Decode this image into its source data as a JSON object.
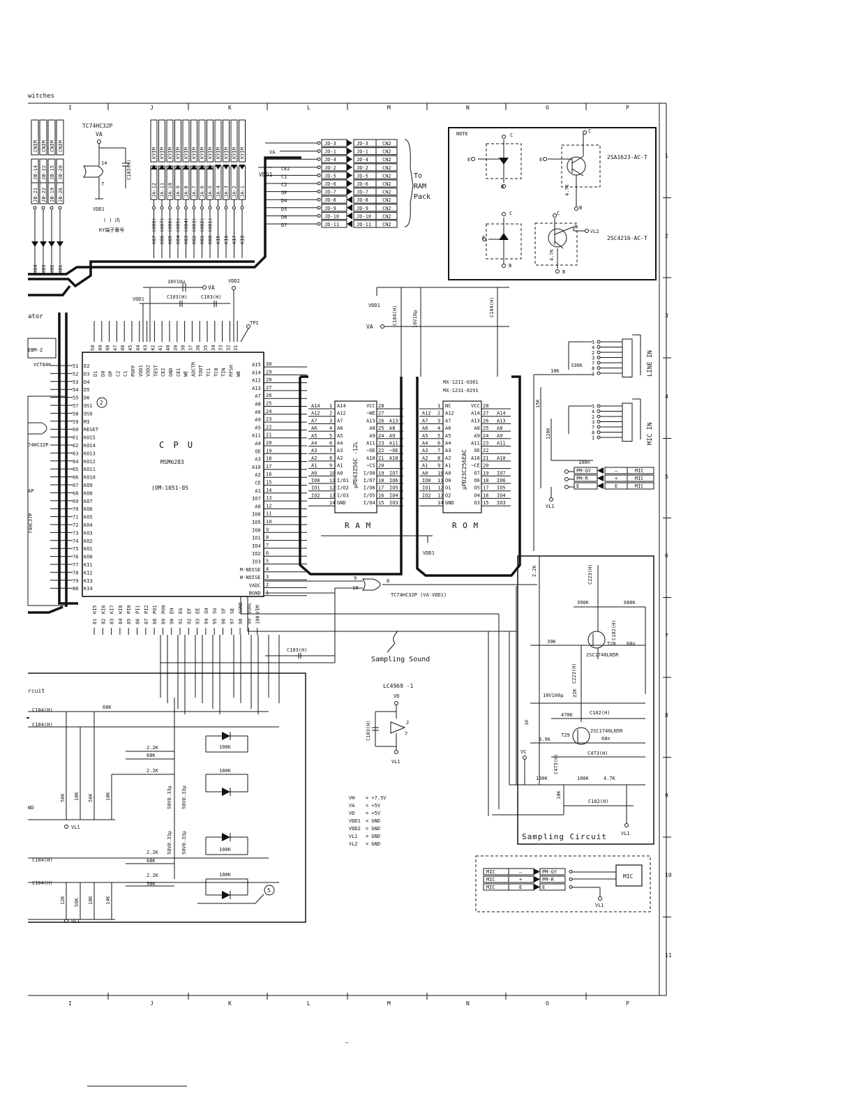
{
  "sheet": {
    "title_fragment": "witches",
    "col_labels": [
      "I",
      "J",
      "K",
      "L",
      "M",
      "N",
      "O",
      "P"
    ],
    "row_labels": [
      "1",
      "2",
      "3",
      "4",
      "5",
      "6",
      "7",
      "8",
      "9",
      "10",
      "11"
    ],
    "footer_mark": "–"
  },
  "cpu": {
    "title": "C P U",
    "part": "MSM6283",
    "code": "(OM-1051-05",
    "marker": "2",
    "left_pins": [
      {
        "n": "51",
        "s": "D2"
      },
      {
        "n": "52",
        "s": "D3"
      },
      {
        "n": "53",
        "s": "D4"
      },
      {
        "n": "54",
        "s": "D5"
      },
      {
        "n": "55",
        "s": "D6"
      },
      {
        "n": "57",
        "s": "OS1"
      },
      {
        "n": "58",
        "s": "OSO"
      },
      {
        "n": "59",
        "s": "MI"
      },
      {
        "n": "60",
        "s": "RESET"
      },
      {
        "n": "61",
        "s": "KO15"
      },
      {
        "n": "62",
        "s": "KO14"
      },
      {
        "n": "63",
        "s": "KO13"
      },
      {
        "n": "64",
        "s": "KO12"
      },
      {
        "n": "65",
        "s": "KO11"
      },
      {
        "n": "66",
        "s": "KO10"
      },
      {
        "n": "67",
        "s": "KO9"
      },
      {
        "n": "68",
        "s": "KO8"
      },
      {
        "n": "69",
        "s": "KO7"
      },
      {
        "n": "70",
        "s": "KO6"
      },
      {
        "n": "71",
        "s": "KO5"
      },
      {
        "n": "72",
        "s": "KO4"
      },
      {
        "n": "73",
        "s": "KO3"
      },
      {
        "n": "74",
        "s": "KO2"
      },
      {
        "n": "75",
        "s": "KO1"
      },
      {
        "n": "76",
        "s": "KO0"
      },
      {
        "n": "77",
        "s": "KI1"
      },
      {
        "n": "78",
        "s": "KI2"
      },
      {
        "n": "79",
        "s": "KI3"
      },
      {
        "n": "80",
        "s": "KI4"
      }
    ],
    "right_pins": [
      {
        "n": "30",
        "s": "A15"
      },
      {
        "n": "29",
        "s": "A14"
      },
      {
        "n": "28",
        "s": "A12"
      },
      {
        "n": "27",
        "s": "A13"
      },
      {
        "n": "26",
        "s": "A7"
      },
      {
        "n": "25",
        "s": "A8"
      },
      {
        "n": "24",
        "s": "A6"
      },
      {
        "n": "23",
        "s": "A9"
      },
      {
        "n": "22",
        "s": "A5"
      },
      {
        "n": "21",
        "s": "A11"
      },
      {
        "n": "20",
        "s": "A4"
      },
      {
        "n": "19",
        "s": "OE"
      },
      {
        "n": "18",
        "s": "A3"
      },
      {
        "n": "17",
        "s": "A10"
      },
      {
        "n": "16",
        "s": "A2"
      },
      {
        "n": "15",
        "s": "CE"
      },
      {
        "n": "14",
        "s": "A1"
      },
      {
        "n": "13",
        "s": "IO7"
      },
      {
        "n": "12",
        "s": "A0"
      },
      {
        "n": "11",
        "s": "IO6"
      },
      {
        "n": "10",
        "s": "IO5"
      },
      {
        "n": "9",
        "s": "IO0"
      },
      {
        "n": "8",
        "s": "IO1"
      },
      {
        "n": "7",
        "s": "IO4"
      },
      {
        "n": "6",
        "s": "IO2"
      },
      {
        "n": "5",
        "s": "IO3"
      },
      {
        "n": "4",
        "s": "M-NOISE"
      },
      {
        "n": "3",
        "s": "W-NOISE"
      },
      {
        "n": "2",
        "s": "VADC"
      },
      {
        "n": "1",
        "s": "BGND"
      }
    ],
    "top_pins": [
      {
        "n": "50",
        "s": "D1"
      },
      {
        "n": "49",
        "s": "D0"
      },
      {
        "n": "48",
        "s": "OP"
      },
      {
        "n": "47",
        "s": "C2"
      },
      {
        "n": "46",
        "s": "C1"
      },
      {
        "n": "45",
        "s": "POFF"
      },
      {
        "n": "44",
        "s": "VDD1"
      },
      {
        "n": "43",
        "s": "VDD2"
      },
      {
        "n": "42",
        "s": "TEST"
      },
      {
        "n": "41",
        "s": "CE2"
      },
      {
        "n": "40",
        "s": "GND"
      },
      {
        "n": "39",
        "s": "CE1"
      },
      {
        "n": "38",
        "s": "WE"
      },
      {
        "n": "37",
        "s": "ADCTR"
      },
      {
        "n": "36",
        "s": "TOUT"
      },
      {
        "n": "35",
        "s": "TC1"
      },
      {
        "n": "34",
        "s": "TC0"
      },
      {
        "n": "33",
        "s": "TIN"
      },
      {
        "n": "32",
        "s": "RFSH"
      },
      {
        "n": "31",
        "s": "WE"
      }
    ],
    "bottom_pins": [
      {
        "n": "81",
        "s": "KI5"
      },
      {
        "n": "82",
        "s": "KI6"
      },
      {
        "n": "83",
        "s": "KI7"
      },
      {
        "n": "84",
        "s": "KI8"
      },
      {
        "n": "85",
        "s": "PI0"
      },
      {
        "n": "86",
        "s": "PI1"
      },
      {
        "n": "87",
        "s": "PI2"
      },
      {
        "n": "88",
        "s": "PO1"
      },
      {
        "n": "89",
        "s": "PO0"
      },
      {
        "n": "90",
        "s": "EH"
      },
      {
        "n": "91",
        "s": "EG"
      },
      {
        "n": "92",
        "s": "EF"
      },
      {
        "n": "93",
        "s": "EE"
      },
      {
        "n": "94",
        "s": "SH"
      },
      {
        "n": "95",
        "s": "SG"
      },
      {
        "n": "96",
        "s": "SF"
      },
      {
        "n": "97",
        "s": "SE"
      },
      {
        "n": "98",
        "s": "AGND"
      },
      {
        "n": "99",
        "s": "VDAC"
      },
      {
        "n": "100",
        "s": "VIM"
      }
    ]
  },
  "ram": {
    "title": "R A M",
    "part": "μPD43256C -12L",
    "left": [
      {
        "sig": "A14",
        "pin": "1",
        "name": "A14"
      },
      {
        "sig": "A12",
        "pin": "2",
        "name": "A12"
      },
      {
        "sig": "A7",
        "pin": "3",
        "name": "A7"
      },
      {
        "sig": "A6",
        "pin": "4",
        "name": "A6"
      },
      {
        "sig": "A5",
        "pin": "5",
        "name": "A5"
      },
      {
        "sig": "A4",
        "pin": "6",
        "name": "A4"
      },
      {
        "sig": "A3",
        "pin": "7",
        "name": "A3"
      },
      {
        "sig": "A2",
        "pin": "8",
        "name": "A2"
      },
      {
        "sig": "A1",
        "pin": "9",
        "name": "A1"
      },
      {
        "sig": "A0",
        "pin": "10",
        "name": "A0"
      },
      {
        "sig": "IO0",
        "pin": "11",
        "name": "I/O1"
      },
      {
        "sig": "IO1",
        "pin": "12",
        "name": "I/O2"
      },
      {
        "sig": "IO2",
        "pin": "13",
        "name": "I/O3"
      },
      {
        "sig": "",
        "pin": "14",
        "name": "GND"
      }
    ],
    "right": [
      {
        "name": "VCC",
        "pin": "28",
        "sig": ""
      },
      {
        "name": "~WE",
        "pin": "27",
        "sig": ""
      },
      {
        "name": "A13",
        "pin": "26",
        "sig": "A13"
      },
      {
        "name": "A8",
        "pin": "25",
        "sig": "A8"
      },
      {
        "name": "A9",
        "pin": "24",
        "sig": "A9"
      },
      {
        "name": "A11",
        "pin": "23",
        "sig": "A11"
      },
      {
        "name": "~OE",
        "pin": "22",
        "sig": "~OE"
      },
      {
        "name": "A10",
        "pin": "21",
        "sig": "A10"
      },
      {
        "name": "~CS",
        "pin": "20",
        "sig": ""
      },
      {
        "name": "I/O8",
        "pin": "19",
        "sig": "IO7"
      },
      {
        "name": "I/O7",
        "pin": "18",
        "sig": "IO6"
      },
      {
        "name": "I/O6",
        "pin": "17",
        "sig": "IO5"
      },
      {
        "name": "I/O5",
        "pin": "16",
        "sig": "IO4"
      },
      {
        "name": "I/O4",
        "pin": "15",
        "sig": "IO3"
      }
    ]
  },
  "rom": {
    "title": "R O M",
    "part": "μPD23C256EAC",
    "code1": "MX-1211-0301",
    "code2": "MX-1231-0291",
    "left": [
      {
        "sig": "",
        "pin": "1",
        "name": "NC"
      },
      {
        "sig": "A12",
        "pin": "2",
        "name": "A12"
      },
      {
        "sig": "A7",
        "pin": "3",
        "name": "A7"
      },
      {
        "sig": "A6",
        "pin": "4",
        "name": "A6"
      },
      {
        "sig": "A5",
        "pin": "5",
        "name": "A5"
      },
      {
        "sig": "A4",
        "pin": "6",
        "name": "A4"
      },
      {
        "sig": "A3",
        "pin": "7",
        "name": "A3"
      },
      {
        "sig": "A2",
        "pin": "8",
        "name": "A2"
      },
      {
        "sig": "A1",
        "pin": "9",
        "name": "A1"
      },
      {
        "sig": "A0",
        "pin": "10",
        "name": "A0"
      },
      {
        "sig": "IO0",
        "pin": "11",
        "name": "O0"
      },
      {
        "sig": "IO1",
        "pin": "12",
        "name": "O1"
      },
      {
        "sig": "IO2",
        "pin": "13",
        "name": "O2"
      },
      {
        "sig": "",
        "pin": "14",
        "name": "GND"
      }
    ],
    "right": [
      {
        "name": "VCC",
        "pin": "28",
        "sig": ""
      },
      {
        "name": "A14",
        "pin": "27",
        "sig": "A14"
      },
      {
        "name": "A13",
        "pin": "26",
        "sig": "A13"
      },
      {
        "name": "A8",
        "pin": "25",
        "sig": "A8"
      },
      {
        "name": "A9",
        "pin": "24",
        "sig": "A9"
      },
      {
        "name": "A11",
        "pin": "23",
        "sig": "A11"
      },
      {
        "name": "OE",
        "pin": "22",
        "sig": ""
      },
      {
        "name": "A10",
        "pin": "21",
        "sig": "A10"
      },
      {
        "name": "~CE",
        "pin": "20",
        "sig": ""
      },
      {
        "name": "O7",
        "pin": "19",
        "sig": "IO7"
      },
      {
        "name": "O6",
        "pin": "18",
        "sig": "IO6"
      },
      {
        "name": "O5",
        "pin": "17",
        "sig": "IO5"
      },
      {
        "name": "O4",
        "pin": "16",
        "sig": "IO4"
      },
      {
        "name": "O3",
        "pin": "15",
        "sig": "IO3"
      }
    ]
  },
  "connectors": {
    "jd": [
      {
        "sig": "",
        "jd": "JD-3",
        "cn": "CN2"
      },
      {
        "sig": "VA",
        "jd": "JD-1",
        "cn": "CN2"
      },
      {
        "sig": "",
        "jd": "JD-4",
        "cn": "CN2"
      },
      {
        "sig": "CE2",
        "jd": "JD-2",
        "cn": "CN2"
      },
      {
        "sig": "C1",
        "jd": "JD-5",
        "cn": "CN2"
      },
      {
        "sig": "C2",
        "jd": "JD-6",
        "cn": "CN2"
      },
      {
        "sig": "OP",
        "jd": "JD-7",
        "cn": "CN2"
      },
      {
        "sig": "D4",
        "jd": "JD-8",
        "cn": "CN2"
      },
      {
        "sig": "D5",
        "jd": "JD-9",
        "cn": "CN2"
      },
      {
        "sig": "D6",
        "jd": "JD-10",
        "cn": "CN2"
      },
      {
        "sig": "D7",
        "jd": "JD-11",
        "cn": "CN2"
      }
    ],
    "vdd1": "VDD1",
    "to_ram_pack": [
      "To",
      "RAM",
      "Pack"
    ]
  },
  "keyboard": {
    "gate_label": "TC74HC32P",
    "gate_va": "VA",
    "gate_cap": "C103(H)",
    "gate_pins": [
      "14",
      "7"
    ],
    "vdd1": "VDD1",
    "note_line": "( ) 内",
    "note_line2": "KY端子番号",
    "ja_top": [
      "KYIM",
      "KYIM",
      "KYIM",
      "KYIM",
      "KYIM",
      "KYIM",
      "KYIM",
      "KYIM",
      "KYIM",
      "KYIM",
      "KYIM",
      "KYIM"
    ],
    "ja_bot": [
      "JA-12",
      "JA-11",
      "JA-10",
      "JA-9",
      "JA-8",
      "JA-7",
      "JA-6",
      "JA-5",
      "JA-4",
      "JA-3",
      "JA-2",
      "JA-1"
    ],
    "ko": [
      "KO7 (KO8)",
      "KO6 (KO7)",
      "KO5 (KO6)",
      "KO4 (KO5)",
      "KO3 (KO4)",
      "KO2 (KO3)",
      "KO1 (KO2)",
      "KO0 (KO1)",
      "KI5",
      "KI6",
      "KI7",
      "KI8"
    ],
    "left_tags": [
      "CNIM",
      "CNIM",
      "CNIM",
      "CNIM"
    ],
    "left_tags2": [
      "JB-14",
      "JB-22",
      "JB-15",
      "JB-20"
    ],
    "left_tags3": [
      "JB-21",
      "JB-22",
      "JB-19",
      "JB-26"
    ],
    "ko_left": [
      "KO4",
      "KO3",
      "KO2",
      "KO1"
    ]
  },
  "power_top": {
    "cap1": "16V10μ",
    "va": "VA",
    "vdd2": "VDD2",
    "vdd1": "VDD1",
    "c103a": "C103(H)",
    "c103b": "C103(H)",
    "tp1": "TP1",
    "ram_cap1": "C104(H)",
    "ram_cap2": "16V10μ",
    "ram_cap3": "C104(H)",
    "ram_vdd1": "VDD1",
    "ram_va": "VA"
  },
  "left_fragments": {
    "ator": "ator",
    "ebm": "EBM-Z",
    "ct": "VCT84K",
    "hc32": "74HC32P",
    "ap": "AP",
    "ls": "74HC37P"
  },
  "note": {
    "title": "NOTE",
    "t1": "2SA1623-AC-T",
    "t2": "2SC4216-AC-T",
    "pins": {
      "c": "C",
      "e": "E",
      "b": "B"
    },
    "res": "4.7K",
    "vl2": "VL2"
  },
  "gate2": {
    "pin_a": "9",
    "pin_b": "10",
    "pin_o": "8",
    "label": "TC74HC32P (VA-VDD1)",
    "ram_vdd1": "VDD1"
  },
  "jacks": {
    "line_in": "LINE IN",
    "mic_in": "MIC IN",
    "r10k": "10K",
    "r330k": "330K",
    "r15k": "15K",
    "r120k": "120K",
    "c100n": "100n",
    "vl1": "VL1",
    "line_pins": [
      "5",
      "4",
      "2",
      "3",
      "7",
      "8",
      "1"
    ],
    "mic_pins": [
      "5",
      "4",
      "2",
      "3",
      "7",
      "8",
      "1"
    ],
    "rows": [
      {
        "a": "PM-GY",
        "b": "–",
        "c": "MIC"
      },
      {
        "a": "PM-R",
        "b": "+",
        "c": "MIC"
      },
      {
        "a": "E",
        "b": "E",
        "c": "MIC"
      }
    ]
  },
  "sampling": {
    "title": "Sampling Circuit",
    "arrow_label": "Sampling Sound",
    "c223a": "C223(H)",
    "r22k": "2.2K",
    "r390k": "390K",
    "r680k": "680K",
    "c102": "C102(H)",
    "t28": "T28",
    "r39k": "39K",
    "t28p": "2SC1740LN5R",
    "r68n": "68n",
    "c223b": "C223(H)",
    "r22k2": "22K",
    "c10v": "10V100μ",
    "r470k": "470K",
    "c102b": "C102(H)",
    "r1k": "1K",
    "t29": "T29",
    "t29p": "2SC1740LN5R",
    "r39k2": "3.9K",
    "r68n2": "68n",
    "c473": "C473(H)",
    "vc": "VC",
    "r100k": "100K",
    "c473b": "C473(H)",
    "r100k2": "100K",
    "r47k": "4.7K",
    "r10k": "10K",
    "c102c": "C102(H)",
    "vl1": "VL1"
  },
  "lc4969": {
    "title": "LC4969 -1",
    "vd": "VD",
    "cap": "C103(H)",
    "p2": "2",
    "p7": "7",
    "vl1": "VL1"
  },
  "c103_mid": "C103(H)",
  "voltages": [
    {
      "k": "VH",
      "v": "= +7.5V"
    },
    {
      "k": "VA",
      "v": "= +5V"
    },
    {
      "k": "VD",
      "v": "= +5V"
    },
    {
      "k": "VDD1",
      "v": "= GND"
    },
    {
      "k": "VDD2",
      "v": "= GND"
    },
    {
      "k": "VL1",
      "v": "= GND"
    },
    {
      "k": "VL2",
      "v": "= GND"
    }
  ],
  "filter": {
    "title": "rcuit",
    "c104a": "C104(H)",
    "c104b": "C104(H)",
    "r68k": "68K",
    "r22k": "2.2K",
    "r68k2": "68K",
    "r22k2": "2.2K",
    "r100k": "100K",
    "r100k2": "100K",
    "c50v1": "50V0.33μ",
    "c50v2": "50V0.33μ",
    "c50v3": "50V0.33μ",
    "c50v4": "50V0.33μ",
    "r56k": "56K",
    "r10k": "10K",
    "r56k2": "56K",
    "r10k2": "10K",
    "vl1": "VL1",
    "wd": "WD",
    "c104c": "C104(H)",
    "r22k3": "2.2K",
    "r68k3": "68K",
    "c104d": "C104(H)",
    "r22k4": "2.2K",
    "r68k4": "56K",
    "r100k3": "100K",
    "r100k4": "100K",
    "r12k": "12K",
    "r56k3": "56K",
    "r10k3": "10K",
    "r14k": "14K",
    "vl1b": "VL1",
    "marker": "5"
  },
  "mic_box": {
    "rows": [
      {
        "a": "MIC",
        "b": "–",
        "c": "PM-GY"
      },
      {
        "a": "MIC",
        "b": "+",
        "c": "PM-R"
      },
      {
        "a": "MIC",
        "b": "E",
        "c": "E"
      }
    ],
    "mic": "MIC",
    "vl1": "VL1"
  }
}
